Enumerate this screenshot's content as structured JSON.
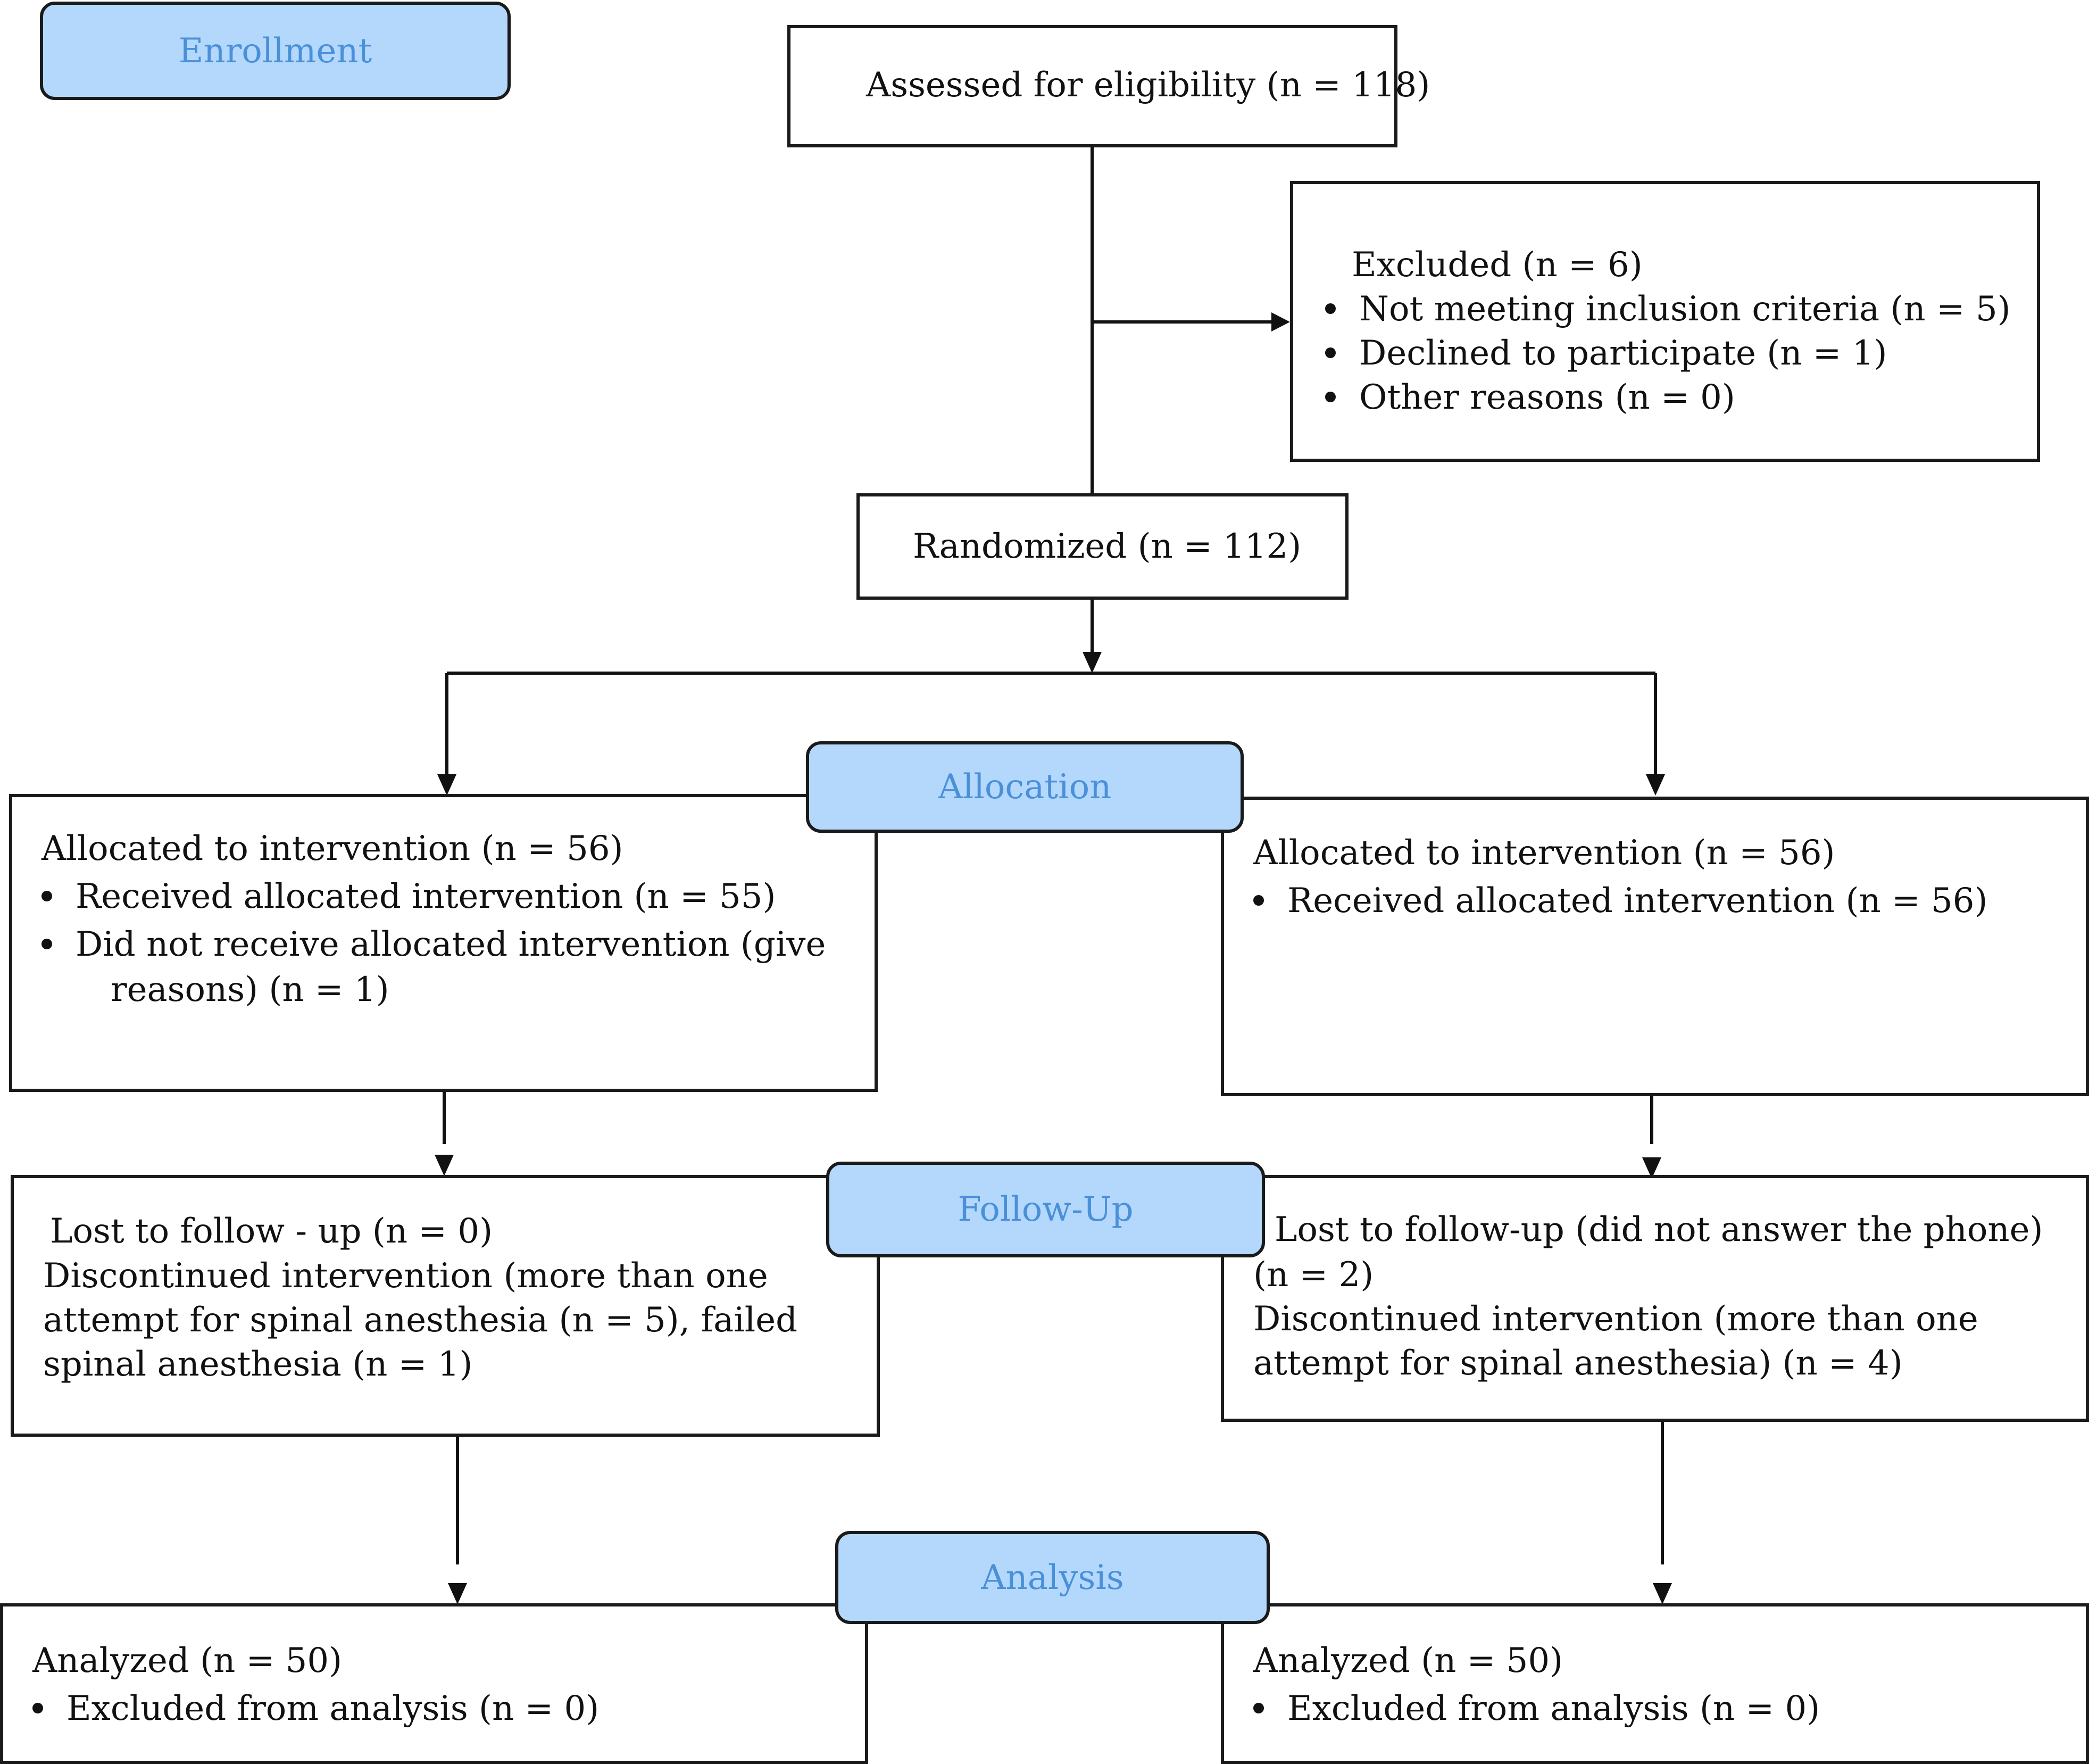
{
  "stages": {
    "enrollment": "Enrollment",
    "allocation": "Allocation",
    "follow_up": "Follow-Up",
    "analysis": "Analysis"
  },
  "assessed": "Assessed for eligibility (n = 118)",
  "excluded": {
    "title": "Excluded (n = 6)",
    "items": [
      "Not meeting inclusion criteria (n = 5)",
      "Declined to participate (n = 1)",
      "Other reasons (n = 0)"
    ]
  },
  "randomized": "Randomized (n = 112)",
  "allocation_left": {
    "title": "Allocated to intervention (n = 56)",
    "items": [
      "Received allocated intervention (n = 55)",
      "Did not receive allocated intervention (give",
      "reasons) (n = 1)"
    ]
  },
  "allocation_right": {
    "title": "Allocated to intervention (n = 56)",
    "items": [
      "Received allocated intervention (n = 56)"
    ]
  },
  "followup_left": {
    "lines": [
      "Lost to follow - up (n = 0)",
      "Discontinued intervention (more than one",
      "attempt for spinal  anesthesia (n = 5), failed",
      "spinal anesthesia (n = 1)"
    ]
  },
  "followup_right": {
    "lines": [
      "Lost to follow-up (did not answer the phone)",
      "(n = 2)",
      "Discontinued intervention (more than one",
      "attempt for spinal anesthesia) (n = 4)"
    ]
  },
  "analysis_left": {
    "title": "Analyzed  (n = 50)",
    "items": [
      "Excluded from analysis (n = 0)"
    ]
  },
  "analysis_right": {
    "title": "Analyzed (n = 50)",
    "items": [
      "Excluded from analysis (n = 0)"
    ]
  }
}
